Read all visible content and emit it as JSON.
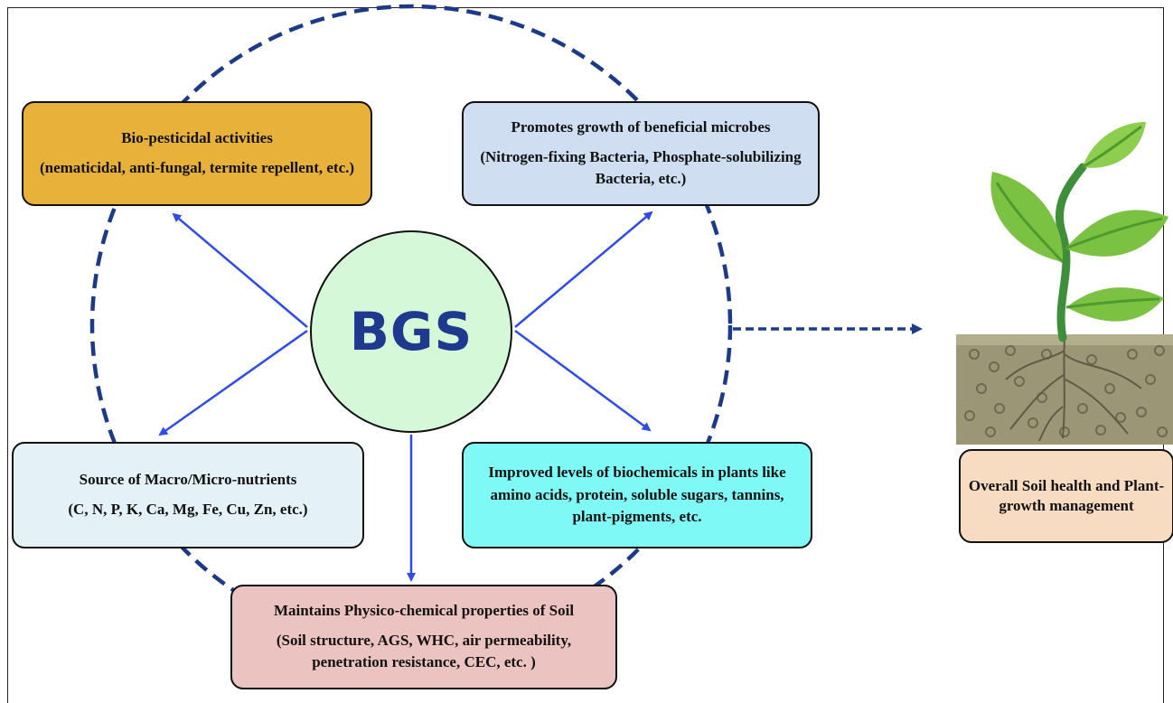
{
  "center": {
    "label": "BGS"
  },
  "boxes": {
    "biopesticidal": {
      "title": "Bio-pesticidal activities",
      "detail": "(nematicidal, anti-fungal, termite repellent, etc.)"
    },
    "microbes": {
      "title": "Promotes growth of beneficial microbes",
      "detail": "(Nitrogen-fixing Bacteria, Phosphate-solubilizing Bacteria, etc.)"
    },
    "nutrients": {
      "title": "Source of Macro/Micro-nutrients",
      "detail": "(C, N, P, K, Ca, Mg, Fe, Cu, Zn, etc.)"
    },
    "biochemicals": {
      "title": "Improved levels of biochemicals in plants like amino acids, protein, soluble sugars, tannins, plant-pigments, etc."
    },
    "soil_properties": {
      "title": "Maintains Physico-chemical properties of Soil",
      "detail": "(Soil structure, AGS, WHC, air permeability, penetration resistance, CEC, etc. )"
    },
    "outcome": {
      "title": "Overall Soil health and Plant-growth management"
    }
  },
  "colors": {
    "arrow": "#2f4be8",
    "dashed_circle": "#1c3a8a",
    "center_fill": "#d5f8d8",
    "center_text": "#1d3a8f",
    "biopesticidal": "#e8b13a",
    "microbes": "#cfdff1",
    "nutrients": "#e4f1f6",
    "biochemicals": "#7ff9f6",
    "soil_properties": "#ebc4c2",
    "outcome": "#f7dcc2",
    "leaf": "#7cc242",
    "soil": "#9b9676"
  },
  "icons": {
    "plant": "plant-in-soil-icon"
  }
}
